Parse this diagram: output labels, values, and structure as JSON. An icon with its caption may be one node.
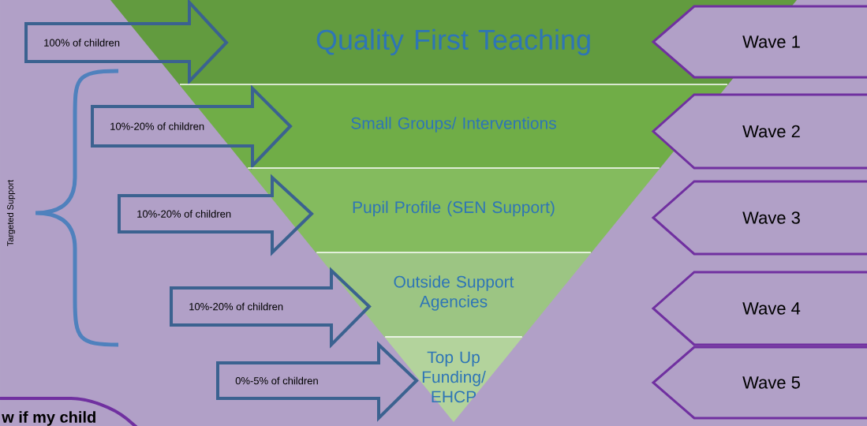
{
  "diagram": {
    "nodes": [
      {
        "text": [
          "Quality First Teaching"
        ]
      },
      {
        "text": [
          "Small Groups/ Interventions"
        ]
      },
      {
        "text": [
          "Pupil Profile (SEN Support)"
        ]
      },
      {
        "text": [
          "Outside Support Agencies"
        ]
      },
      {
        "text": [
          "Top Up Funding/ EHCP"
        ]
      },
      {
        "text": [
          "100% of children"
        ]
      },
      {
        "text": [
          "10%-20% of children"
        ]
      },
      {
        "text": [
          "10%-20% of children"
        ]
      },
      {
        "text": [
          "10%-20% of children"
        ]
      },
      {
        "text": [
          "0%-5% of children"
        ]
      },
      {
        "text": [
          "Wave 1"
        ]
      },
      {
        "text": [
          "Wave 2"
        ]
      },
      {
        "text": [
          "Wave 3"
        ]
      },
      {
        "text": [
          "Wave 4"
        ]
      },
      {
        "text": [
          "Wave 5"
        ]
      },
      {
        "text": [
          "w if my child"
        ]
      }
    ],
    "labels": [
      "Targeted Support"
    ]
  }
}
